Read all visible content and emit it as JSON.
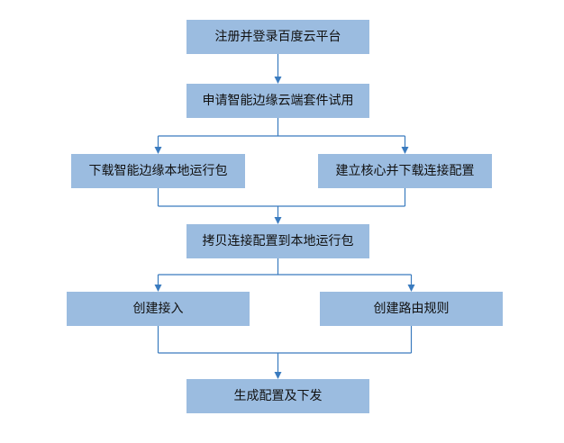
{
  "flowchart": {
    "steps": {
      "register": "注册并登录百度云平台",
      "apply": "申请智能边缘云端套件试用",
      "download": "下载智能边缘本地运行包",
      "create_core": "建立核心并下载连接配置",
      "copy_config": "拷贝连接配置到本地运行包",
      "create_access": "创建接入",
      "create_route": "创建路由规则",
      "generate": "生成配置及下发"
    },
    "colors": {
      "box_fill": "#9bbce0",
      "connector": "#3a7bbf",
      "text": "#111111"
    }
  }
}
